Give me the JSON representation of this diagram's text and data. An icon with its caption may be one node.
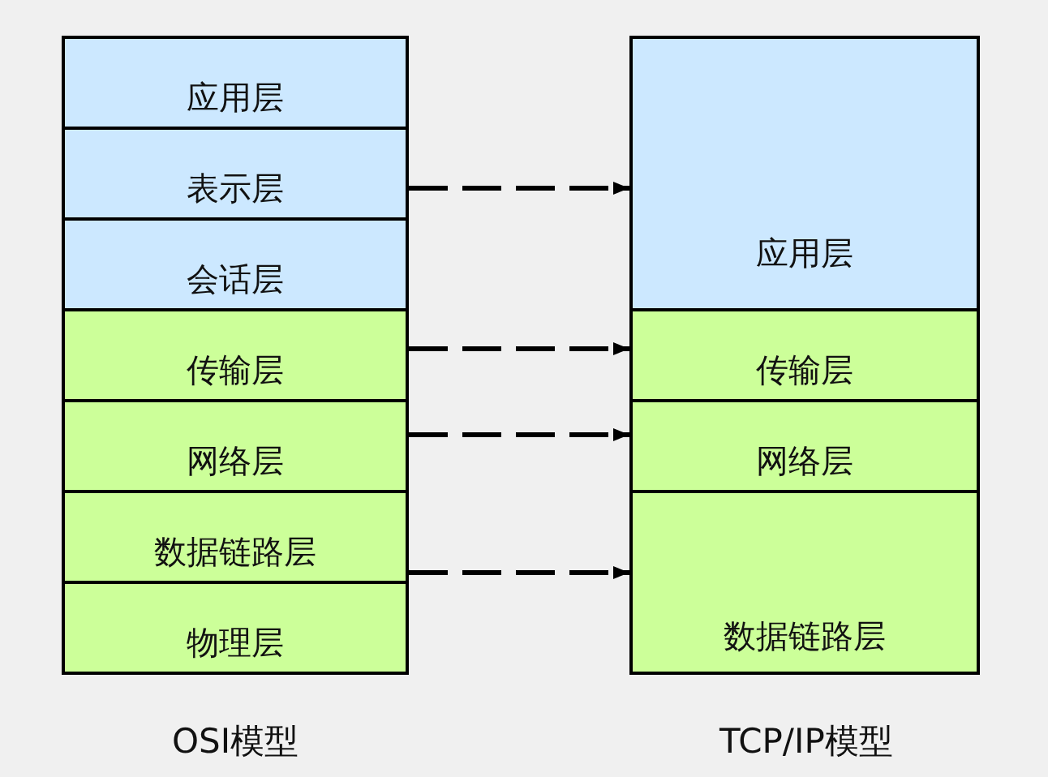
{
  "diagram": {
    "nodes": [
      {
        "text": [
          "应用层"
        ]
      },
      {
        "text": [
          "表示层"
        ]
      },
      {
        "text": [
          "会话层"
        ]
      },
      {
        "text": [
          "传输层"
        ]
      },
      {
        "text": [
          "网络层"
        ]
      },
      {
        "text": [
          "数据链路层"
        ]
      },
      {
        "text": [
          "物理层"
        ]
      },
      {
        "text": [
          "应用层"
        ]
      },
      {
        "text": [
          "传输层"
        ]
      },
      {
        "text": [
          "网络层"
        ]
      },
      {
        "text": [
          "数据链路层"
        ]
      }
    ],
    "edges": [
      {
        "from": 1,
        "to": 7,
        "arrow": "to",
        "style": "dashed"
      },
      {
        "from": 3,
        "to": 8,
        "arrow": "to",
        "style": "dashed"
      },
      {
        "from": 4,
        "to": 9,
        "arrow": "to",
        "style": "dashed"
      },
      {
        "from": 5,
        "to": 10,
        "arrow": "to",
        "style": "dashed"
      }
    ],
    "labels": [
      "OSI模型",
      "TCP/IP模型"
    ]
  }
}
